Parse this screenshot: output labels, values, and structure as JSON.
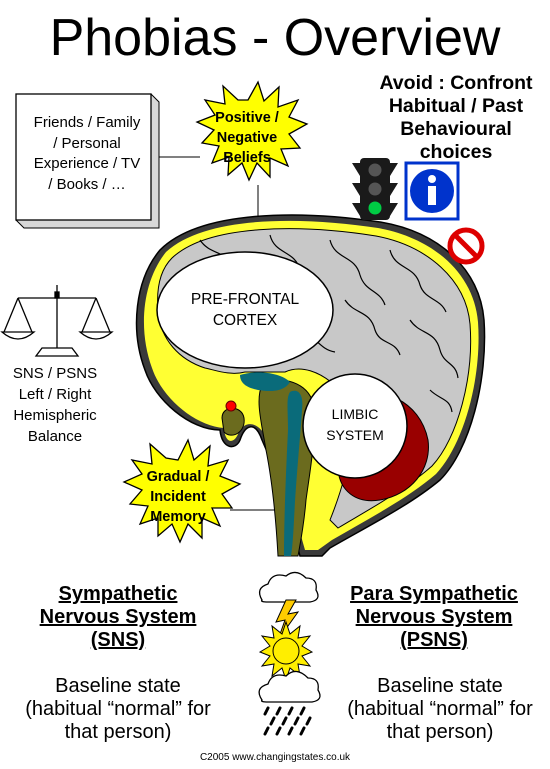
{
  "title": "Phobias - Overview",
  "influences": {
    "lines": [
      "Friends / Family",
      "/ Personal",
      "Experience / TV",
      "/ Books / …"
    ]
  },
  "choices": {
    "lines": [
      "Avoid : Confront",
      "Habitual / Past",
      "Behavioural",
      "choices"
    ]
  },
  "beliefs_burst": {
    "line1": "Positive /",
    "line2": "Negative",
    "line3": "Beliefs"
  },
  "brain": {
    "prefrontal_line1": "PRE-FRONTAL",
    "prefrontal_line2": "CORTEX",
    "limbic_line1": "LIMBIC",
    "limbic_line2": "SYSTEM"
  },
  "balance": {
    "lines": [
      "SNS / PSNS",
      "Left / Right",
      "Hemispheric",
      "Balance"
    ]
  },
  "memory_burst": {
    "line1": "Gradual /",
    "line2": "Incident",
    "line3": "Memory"
  },
  "sns": {
    "heading": [
      "Sympathetic",
      "Nervous System",
      "(SNS)"
    ],
    "baseline": [
      "Baseline state",
      "(habitual “normal” for",
      "that person)"
    ]
  },
  "psns": {
    "heading": [
      "Para Sympathetic",
      "Nervous System",
      "(PSNS)"
    ],
    "baseline": [
      "Baseline state",
      "(habitual “normal” for",
      "that person)"
    ]
  },
  "icons": [
    "traffic-light-icon",
    "info-icon",
    "no-entry-icon",
    "scales-icon",
    "storm-cloud-icon",
    "sun-icon",
    "rain-cloud-icon"
  ],
  "colors": {
    "burst": "#ffff00",
    "brain_gray": "#c8c8c8",
    "yellow_outline": "#ffff33",
    "limbic_red": "#990000",
    "teal": "#0a6b7a",
    "olive": "#6b6b1e",
    "info_blue": "#0033cc",
    "no_entry_red": "#dd0000"
  },
  "copyright": "C2005 www.changingstates.co.uk"
}
